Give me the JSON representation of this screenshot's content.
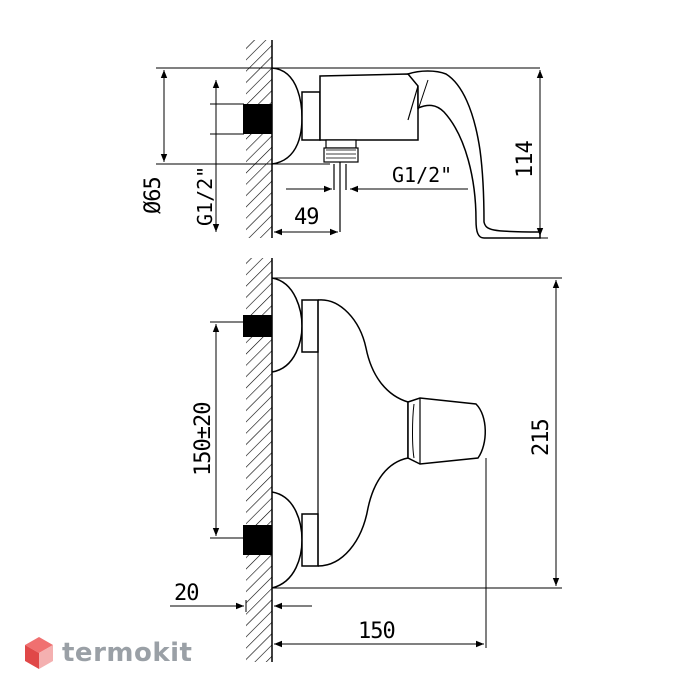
{
  "drawing": {
    "top_view": {
      "dim_pipe_diameter": "Ø65",
      "dim_inlet_thread": "G1/2\"",
      "dim_outlet_thread": "G1/2\"",
      "dim_outlet_offset": "49",
      "dim_height": "114"
    },
    "front_view": {
      "dim_inlet_spacing": "150±20",
      "dim_total_height": "215",
      "dim_wall_offset": "20",
      "dim_total_depth": "150"
    }
  },
  "watermark": {
    "brand": "termokit",
    "colors": {
      "logo_top": "#f07070",
      "logo_left": "#e04848",
      "logo_right": "#f4b0b0",
      "text": "#9aa0a6"
    }
  }
}
